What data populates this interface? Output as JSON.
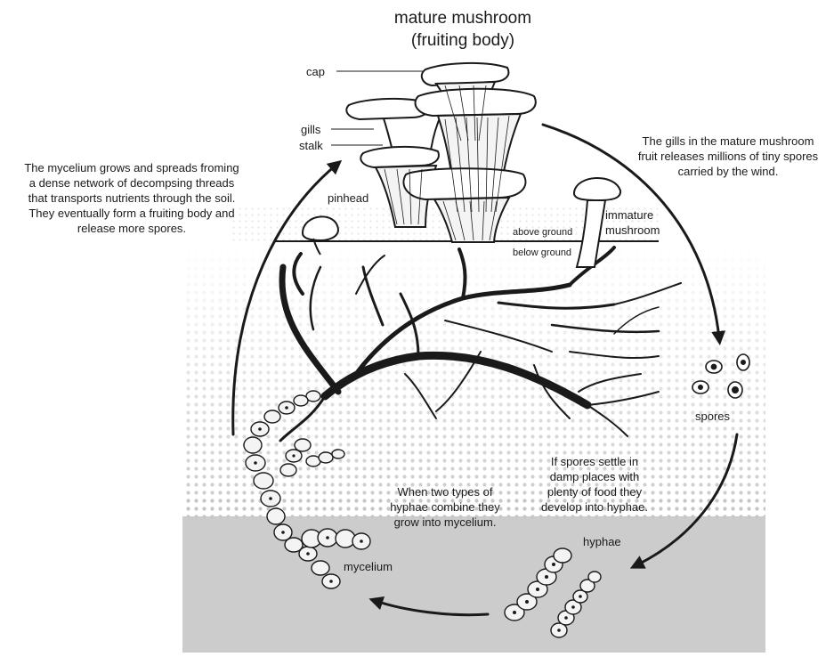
{
  "title": {
    "line1": "mature mushroom",
    "line2": "(fruiting body)"
  },
  "labels": {
    "cap": "cap",
    "gills": "gills",
    "stalk": "stalk",
    "pinhead": "pinhead",
    "immature_line1": "immature",
    "immature_line2": "mushroom",
    "above_ground": "above ground",
    "below_ground": "below ground",
    "spores": "spores",
    "hyphae": "hyphae",
    "mycelium": "mycelium"
  },
  "descriptions": {
    "mycelium_grows": [
      "The mycelium grows and spreads froming",
      "a dense network of decompsing threads",
      "that transports nutrients through the soil.",
      "They eventually form a fruiting body and",
      "release more spores."
    ],
    "gills_release": [
      "The gills in the mature  mushroom",
      "fruit releases millions of tiny spores",
      "carried by the wind."
    ],
    "spores_settle": [
      "If spores settle in",
      "damp places with",
      "plenty of food they",
      "develop into hyphae."
    ],
    "hyphae_combine": [
      "When two types of",
      "hyphae combine they",
      "grow into mycelium."
    ]
  },
  "colors": {
    "ink": "#1a1a1a",
    "soil_dots": "#c8c8c8",
    "soil_bottom": "#cccccc"
  }
}
